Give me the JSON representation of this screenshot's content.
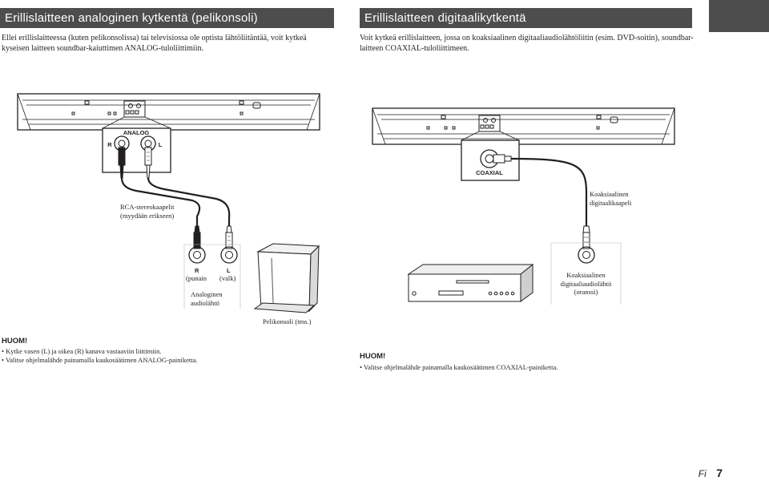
{
  "left": {
    "title": "Erillislaitteen analoginen kytkentä (pelikonsoli)",
    "intro": "Ellei erillislaitteessa (kuten pelikonsolissa) tai televisiossa ole optista lähtöliitäntää, voit kytkeä kyseisen laitteen soundbar-kaiuttimen ANALOG-tuloliittimiin.",
    "jack_label": "ANALOG",
    "jack_r": "R",
    "jack_l": "L",
    "cable_label": [
      "RCA-stereokaapelit",
      "(myydään erikseen)"
    ],
    "out_r": "R",
    "out_l": "L",
    "out_r_desc": "(punain",
    "out_l_desc": "(valk)",
    "output_label": [
      "Analoginen",
      "audiolähtö"
    ],
    "device_label": "Pelikonsoli (tms.)",
    "note_title": "HUOM!",
    "notes": [
      "Kytke vasen (L) ja oikea (R) kanava vastaaviin liittimiin.",
      "Valitse ohjelmalähde painamalla kaukosäätimen ANALOG-painiketta."
    ]
  },
  "right": {
    "title": "Erillislaitteen digitaalikytkentä",
    "intro": "Voit kytkeä erillislaitteen, jossa on koaksiaalinen digitaaliaudiolähtöliitin (esim. DVD-soitin), soundbar-laitteen COAXIAL-tuloliittimeen.",
    "jack_label": "COAXIAL",
    "cable_label": [
      "Koaksiaalinen",
      "digitaalikaapeli"
    ],
    "output_label": [
      "Koaksiaalinen",
      "digitaaliaudiolähtö",
      "(oranssi)"
    ],
    "note_title": "HUOM!",
    "notes": [
      "Valitse ohjelmalähde painamalla kaukosäätimen COAXIAL-painiketta."
    ]
  },
  "footer": {
    "lang": "Fi",
    "page": "7"
  }
}
